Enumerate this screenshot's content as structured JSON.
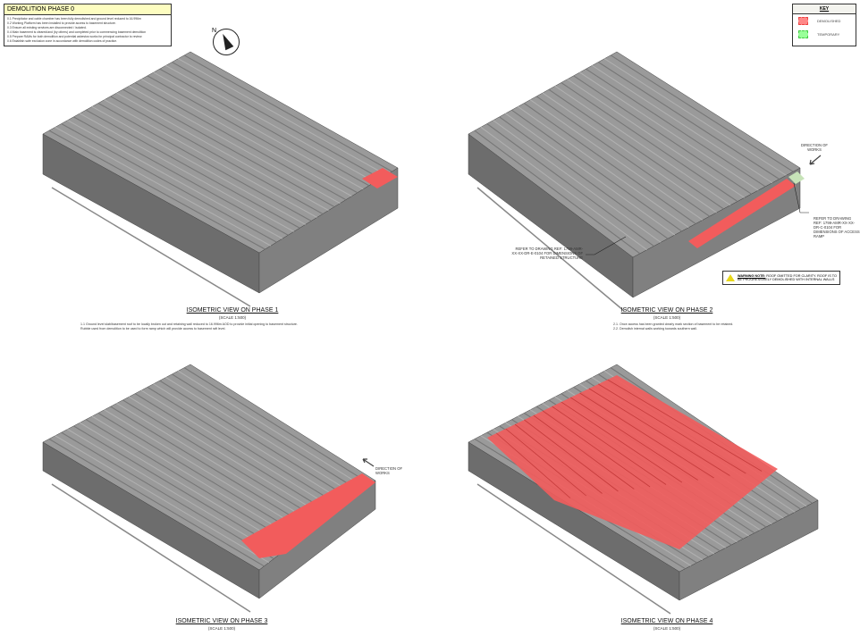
{
  "notes": {
    "title": "DEMOLITION PHASE 0",
    "items": [
      "0.1 Precipitator and cable chamber has been fully demolished and ground level reduced to 16.996m",
      "0.2 Working Platform has been installed to provide access to basement structure.",
      "0.3 Ensure all existing services are disconnected / isolated.",
      "0.4 Main basement is cleared/and (by others) and completed prior to commencing basement demolition",
      "0.5 Prepare RAMs for both demolition and potential asbestos works for principal contractor to review.",
      "0.6 Establish safe exclusion zone in accordance with demolition codes of practice."
    ]
  },
  "key": {
    "title": "KEY",
    "items": [
      {
        "label": "DEMOLISHED",
        "color": "#f26b6b"
      },
      {
        "label": "TEMPORARY",
        "color": "#7ef07e"
      }
    ]
  },
  "colors": {
    "slab_top": "#9a9a9a",
    "slab_front": "#6d6d6d",
    "slab_side": "#808080",
    "demolished": "#f25c5c",
    "temporary": "#c7e3b8"
  },
  "north_label": "N",
  "views": [
    {
      "title": "ISOMETRIC VIEW ON PHASE 1",
      "scale": "(SCALE 1:500)",
      "notes": [
        "1.1 Ground level slab/basement roof to be locally broken out and retaining wall reduced to 16.996m AOD to provide initial opening to basement structure.",
        "Rubble used from demolition to be used to form ramp which will provide access to basement raft level."
      ]
    },
    {
      "title": "ISOMETRIC VIEW ON PHASE 2",
      "scale": "(SCALE 1:500)",
      "notes": [
        "2.1. Once access has been granted clearly mark section of basement to be retained.",
        "2.2. Demolish internal walls working towards southern wall."
      ]
    },
    {
      "title": "ISOMETRIC VIEW ON PHASE 3",
      "scale": "(SCALE 1:500)",
      "notes": []
    },
    {
      "title": "ISOMETRIC VIEW ON PHASE 4",
      "scale": "(SCALE 1:500)",
      "notes": []
    }
  ],
  "callouts": {
    "direction_of_works": "DIRECTION OF WORKS",
    "access_ramp_ref": "REFER TO DRAWING REF: 1799-AMR-XX-XX-DR-C-0104 FOR DIMENSIONS OF ACCESS RAMP",
    "retained_ref": "REFER TO DRAWING REF: 1799-AMR-XX-XX-DR-E-0104 FOR DIMENSIONS OF RETAINED STRUCTURE",
    "warning_title": "WARNING NOTE:",
    "warning_text": "ROOF OMITTED FOR CLARITY. ROOF IS TO BE PROGRESSIVELY DEMOLISHED WITH INTERNAL WALLS"
  }
}
